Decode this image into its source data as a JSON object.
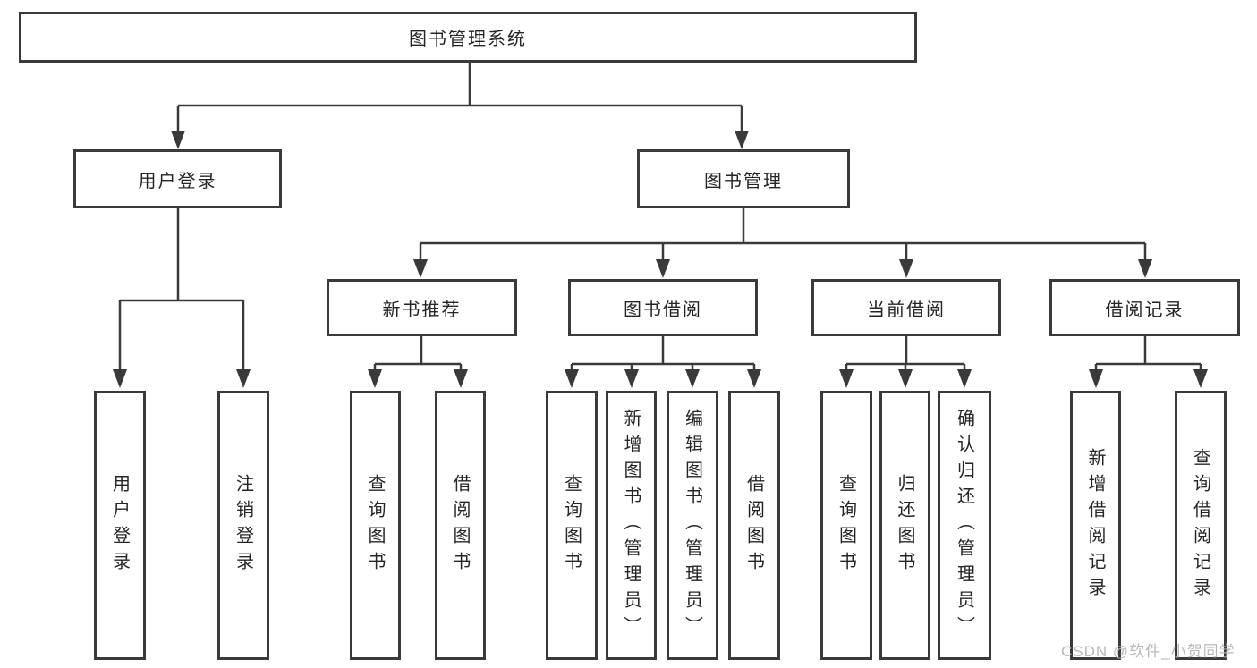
{
  "colors": {
    "background": "#ffffff",
    "line": "#3a3a3a",
    "text": "#262626",
    "watermark": "#b3b3b3"
  },
  "root": {
    "label": "图书管理系统"
  },
  "user_login": {
    "label": "用户登录",
    "children": [
      "用户登录",
      "注销登录"
    ]
  },
  "book_mgmt": {
    "label": "图书管理",
    "groups": [
      {
        "label": "新书推荐",
        "children": [
          "查询图书",
          "借阅图书"
        ]
      },
      {
        "label": "图书借阅",
        "children": [
          "查询图书",
          "新增图书（管理员）",
          "编辑图书（管理员）",
          "借阅图书"
        ]
      },
      {
        "label": "当前借阅",
        "children": [
          "查询图书",
          "归还图书",
          "确认归还（管理员）"
        ]
      },
      {
        "label": "借阅记录",
        "children": [
          "新增借阅记录",
          "查询借阅记录"
        ]
      }
    ]
  },
  "watermark": "CSDN @软件_小贺同学"
}
